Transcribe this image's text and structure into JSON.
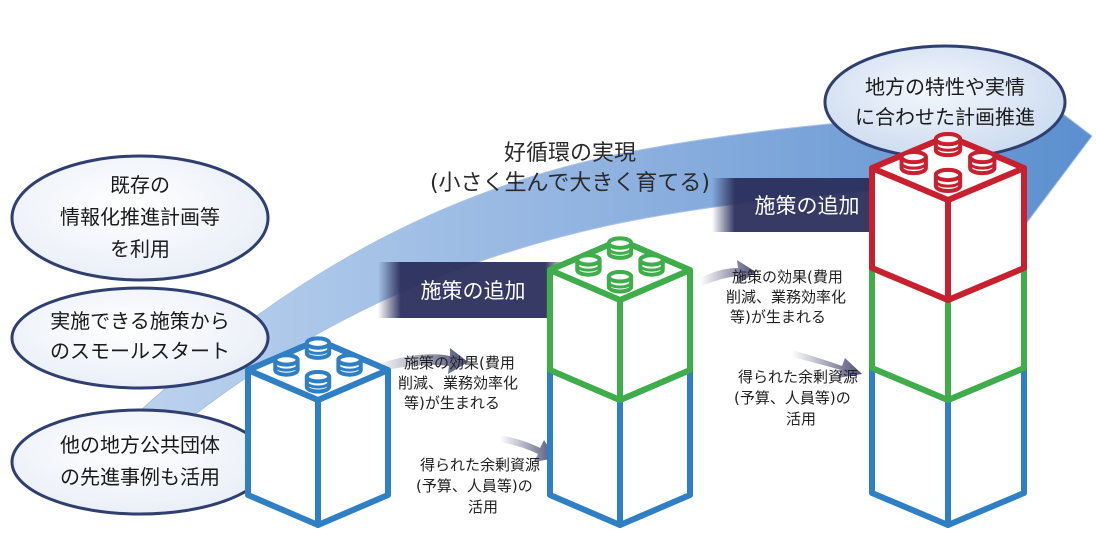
{
  "big_arrow": {
    "line1": "好循環の実現",
    "line2": "(小さく生んで大きく育てる)",
    "color": "#5b8fcf"
  },
  "ovals": {
    "existing_plan": [
      "既存の",
      "情報化推進計画等",
      "を利用"
    ],
    "small_start": [
      "実施できる施策から",
      "のスモールスタート"
    ],
    "other_examples": [
      "他の地方公共団体",
      "の先進事例も活用"
    ],
    "local_conditions": [
      "地方の特性や実情",
      "に合わせた計画推進"
    ],
    "border_color": "#2f3f6f"
  },
  "banners": {
    "add_measure_1": "施策の追加",
    "add_measure_2": "施策の追加",
    "color": "#2b2f5c"
  },
  "notes": {
    "effect_1": [
      "施策の効果(費用",
      "削減、業務効率化",
      "等)が生まれる"
    ],
    "surplus_1": [
      "得られた余剰資源",
      "(予算、人員等)の",
      "活用"
    ],
    "effect_2": [
      "施策の効果(費用",
      "削減、業務効率化",
      "等)が生まれる"
    ],
    "surplus_2": [
      "得られた余剰資源",
      "(予算、人員等)の",
      "活用"
    ]
  },
  "blocks": {
    "blue": "#2f7fc4",
    "green": "#3fae4a",
    "red": "#c8202e"
  }
}
